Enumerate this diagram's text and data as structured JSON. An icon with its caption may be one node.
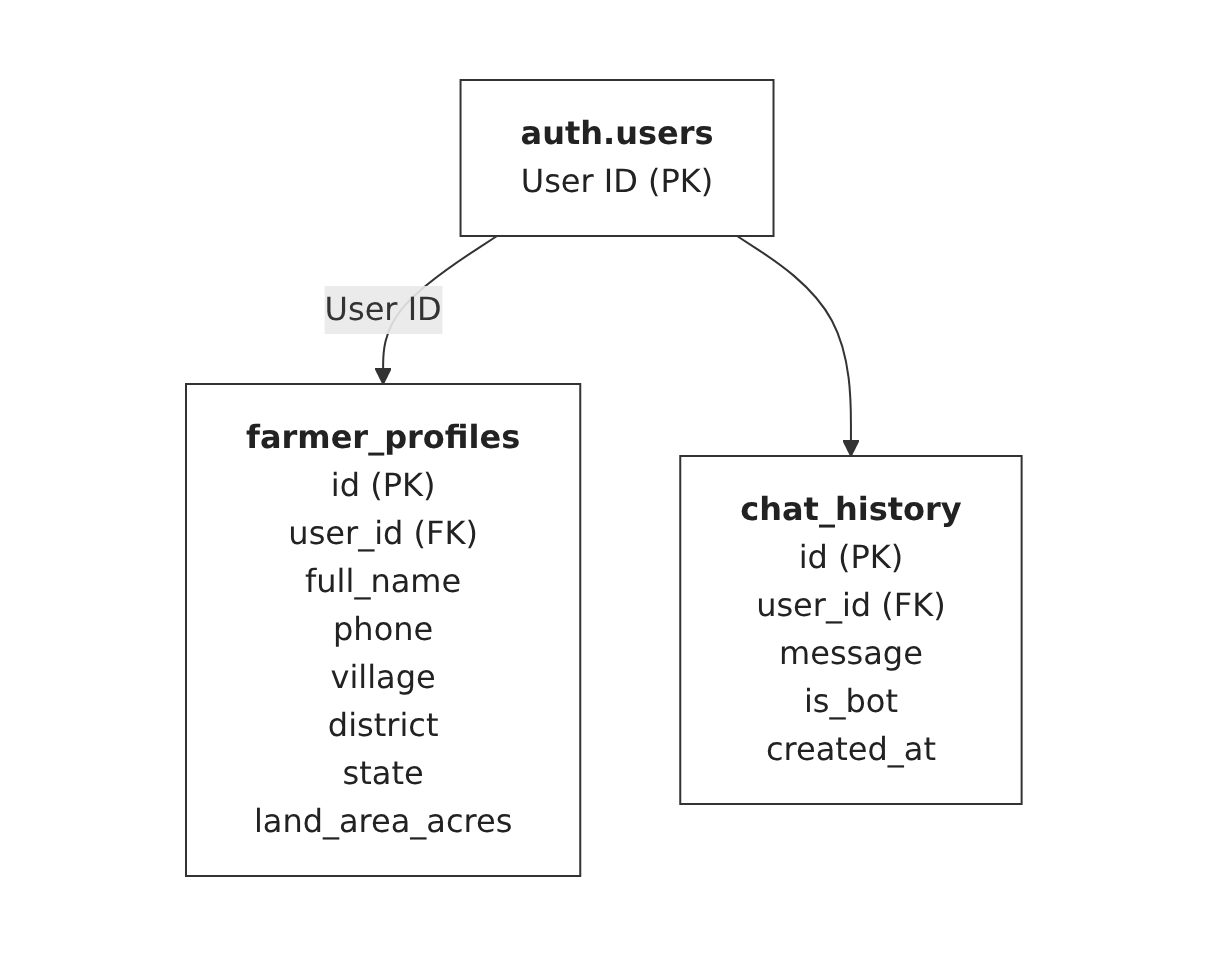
{
  "diagram": {
    "nodes": [
      {
        "text": [
          "auth.users",
          "User ID (PK)"
        ]
      },
      {
        "text": [
          "farmer_profiles",
          "id (PK)",
          "user_id (FK)",
          "full_name",
          "phone",
          "village",
          "district",
          "state",
          "land_area_acres"
        ]
      },
      {
        "text": [
          "chat_history",
          "id (PK)",
          "user_id (FK)",
          "message",
          "is_bot",
          "created_at"
        ]
      }
    ],
    "edges": [
      {
        "from": 0,
        "to": 1,
        "arrow": "to",
        "label": "User ID"
      },
      {
        "from": 0,
        "to": 2,
        "arrow": "to"
      }
    ]
  }
}
